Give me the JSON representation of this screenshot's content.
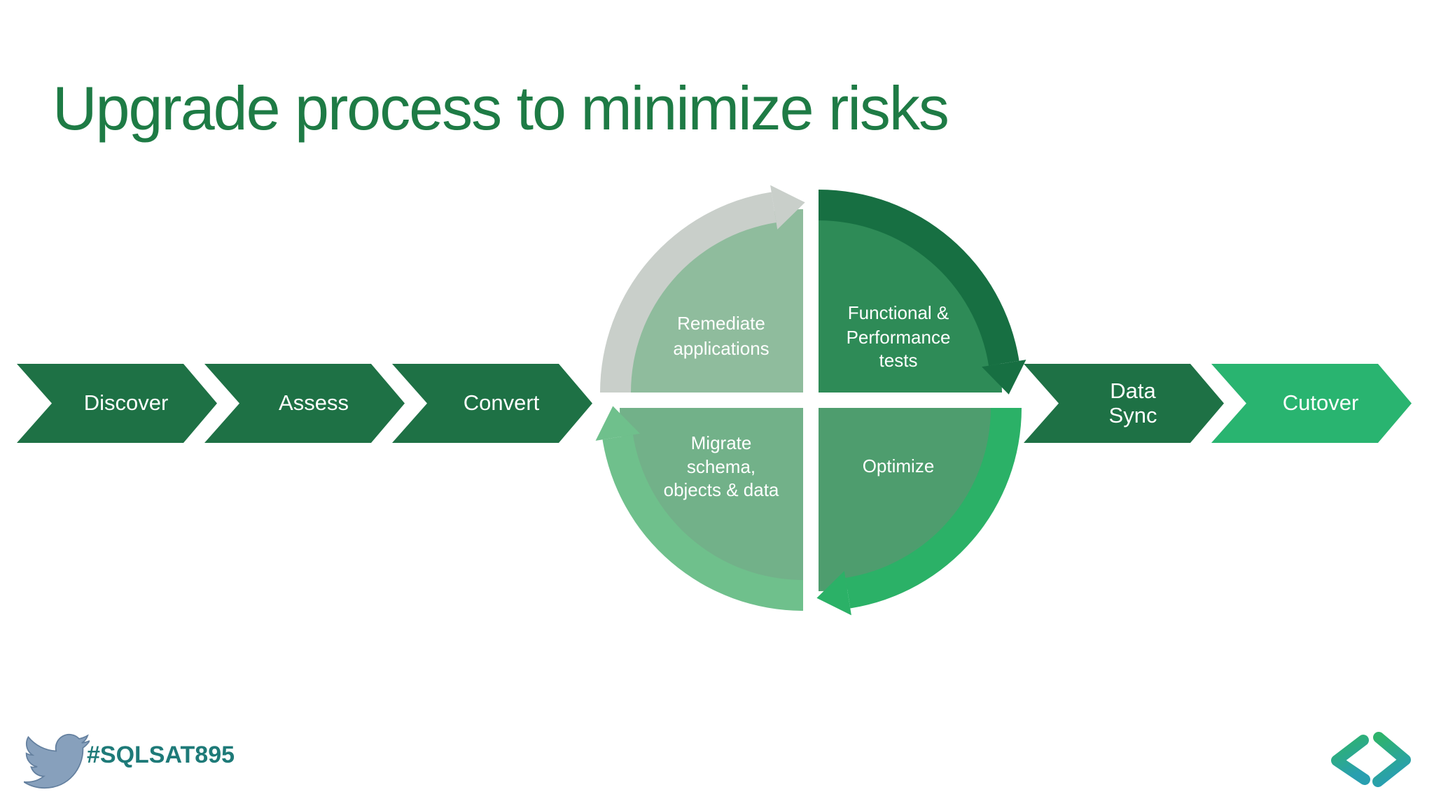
{
  "title": "Upgrade process to minimize risks",
  "process_steps": [
    {
      "label": "Discover"
    },
    {
      "label": "Assess"
    },
    {
      "label": "Convert"
    },
    {
      "label": "Data Sync",
      "line1": "Data",
      "line2": "Sync"
    },
    {
      "label": "Cutover"
    }
  ],
  "cycle_quadrants": [
    {
      "name": "remediate-applications",
      "line1": "Remediate",
      "line2": "applications",
      "fill": "#8FBC9D",
      "band": "#C9CFCA"
    },
    {
      "name": "functional-performance-tests",
      "line1": "Functional &",
      "line2": "Performance",
      "line3": "tests",
      "fill": "#2E8B57",
      "band": "#176F42"
    },
    {
      "name": "migrate-schema-objects-data",
      "line1": "Migrate",
      "line2": "schema,",
      "line3": "objects & data",
      "fill": "#72B189",
      "band": "#6FC08C"
    },
    {
      "name": "optimize",
      "line1": "Optimize",
      "fill": "#4E9D6E",
      "band": "#2BB167"
    }
  ],
  "footer": {
    "hashtag": "#SQLSAT895"
  },
  "icons": {
    "twitter_bird": "twitter-bird-sketch-icon",
    "brand_logo": "code-angle-brackets-logo"
  },
  "colors": {
    "title_green": "#1E7B45",
    "step_chevron_green": "#1E7145",
    "cutover_chevron_green": "#29B470",
    "hashtag_teal": "#1E7A78",
    "bird_blue": "#87A0BC",
    "logo_gradient_start": "#2EB36C",
    "logo_gradient_end": "#299FB0",
    "background": "#FFFFFF",
    "diagram_text": "#FFFFFF"
  }
}
